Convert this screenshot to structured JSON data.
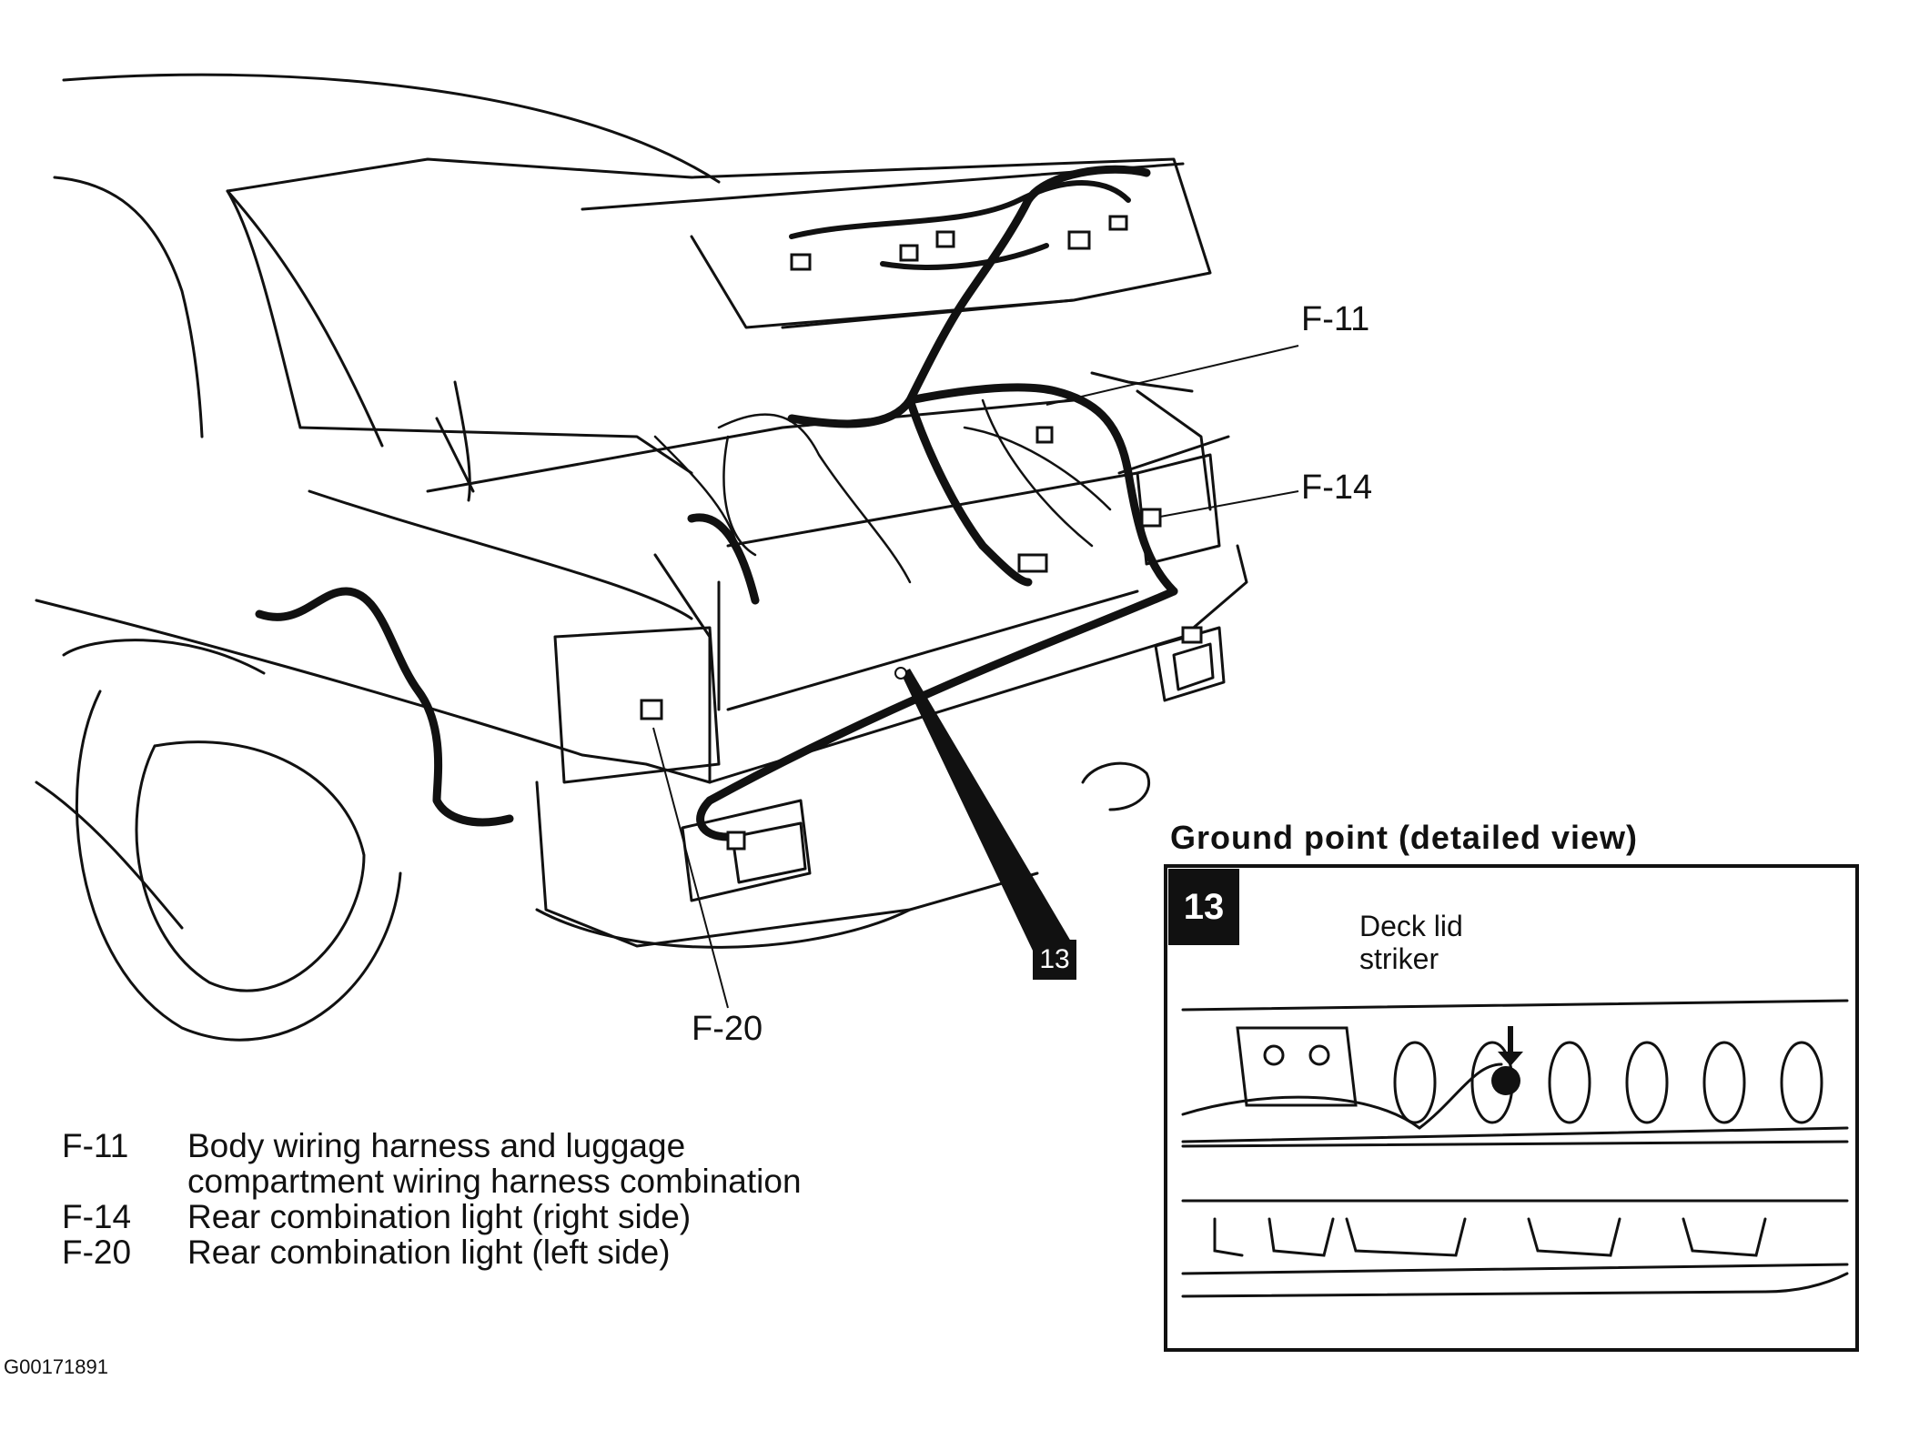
{
  "callouts": {
    "f11": "F-11",
    "f14": "F-14",
    "f20": "F-20",
    "ground_badge": "13"
  },
  "legend": [
    {
      "code": "F-11",
      "lines": [
        "Body wiring harness and luggage",
        "compartment wiring harness combination"
      ]
    },
    {
      "code": "F-14",
      "lines": [
        "Rear combination light (right side)"
      ]
    },
    {
      "code": "F-20",
      "lines": [
        "Rear combination light (left side)"
      ]
    }
  ],
  "detail": {
    "title": "Ground point (detailed view)",
    "badge": "13",
    "striker_line1": "Deck lid",
    "striker_line2": "striker"
  },
  "reference_code": "G00171891"
}
